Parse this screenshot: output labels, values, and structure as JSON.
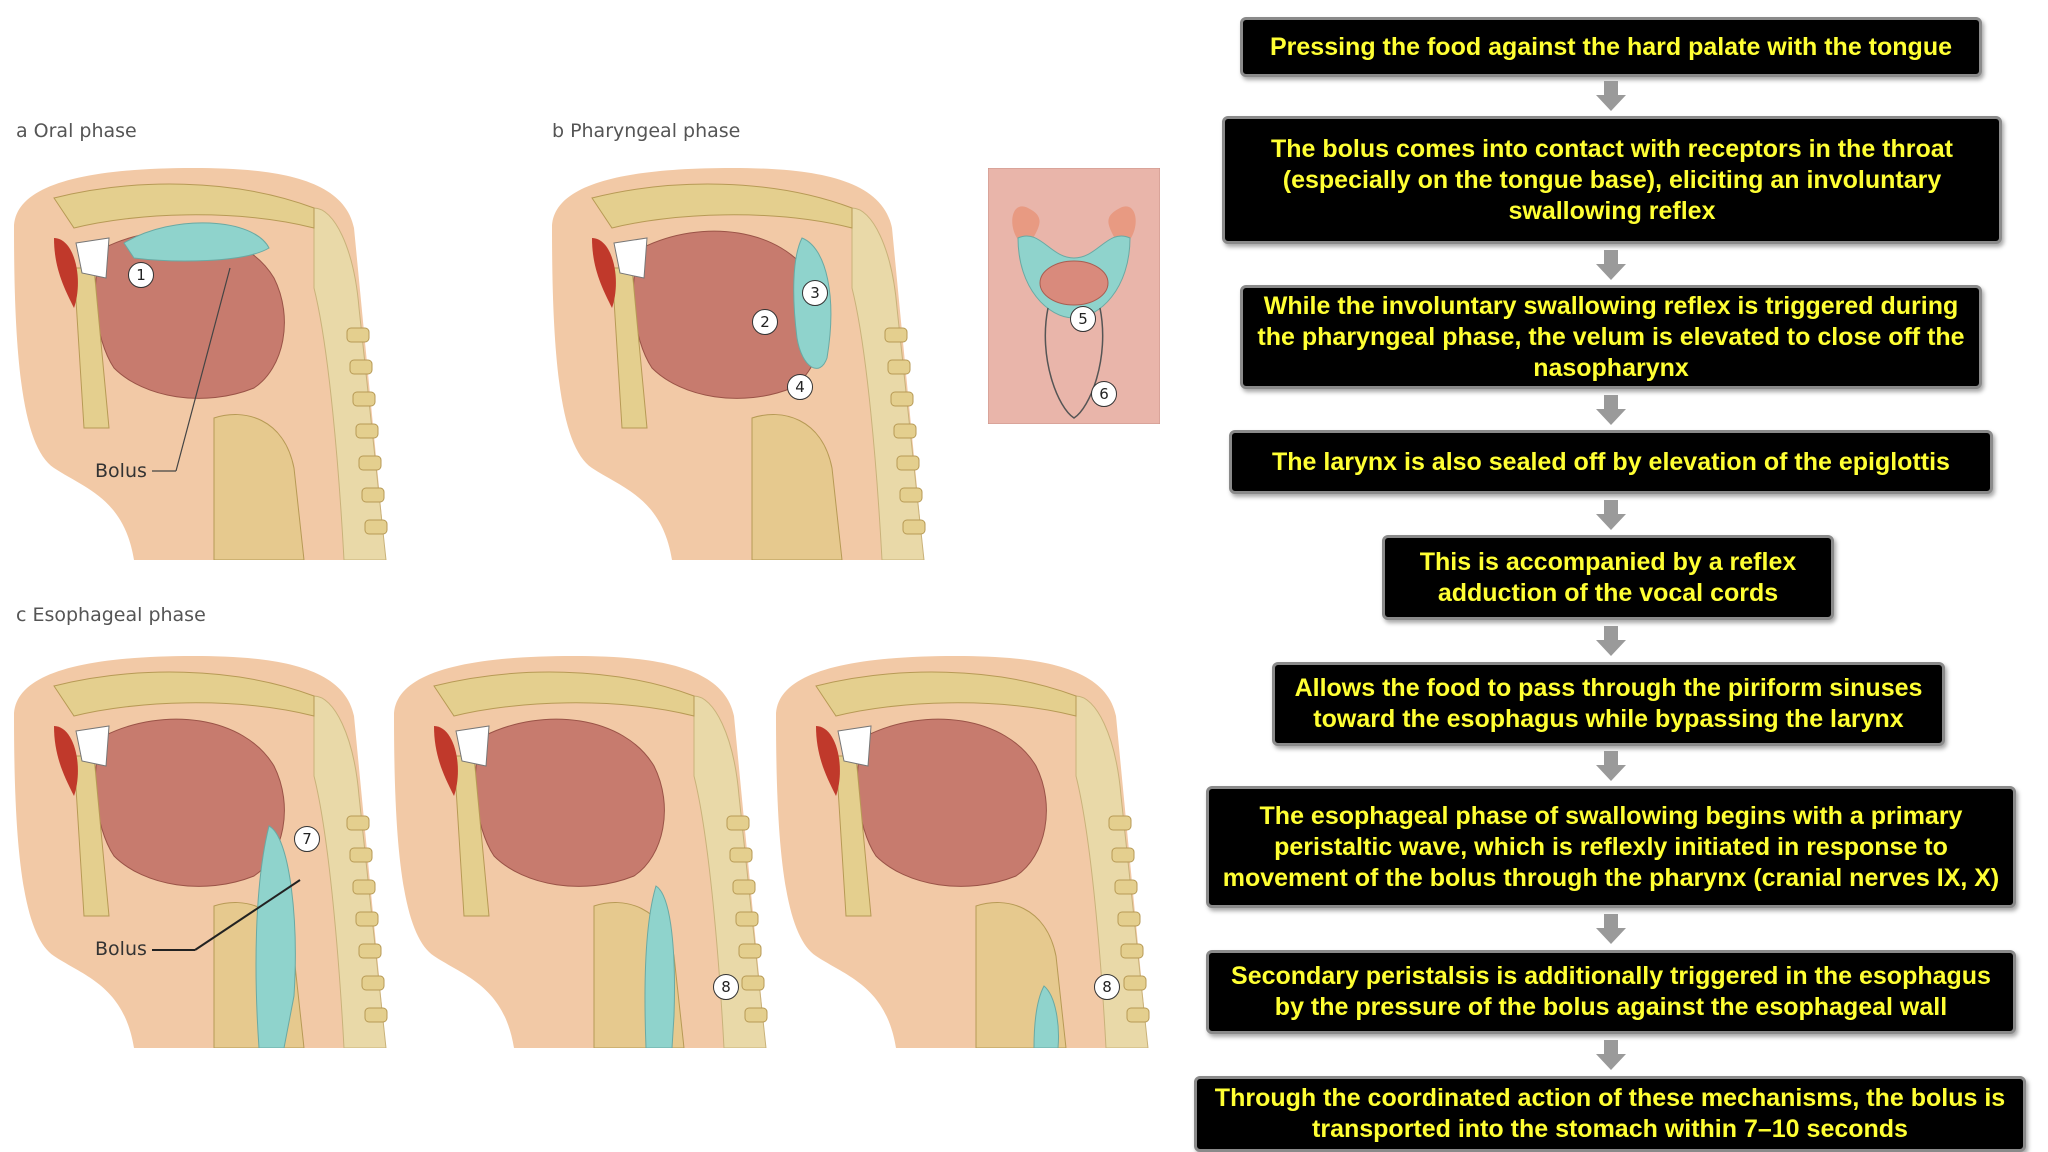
{
  "panels": {
    "oral": {
      "letter": "a",
      "title": "Oral phase"
    },
    "pharyngeal": {
      "letter": "b",
      "title": "Pharyngeal phase"
    },
    "esophageal": {
      "letter": "c",
      "title": "Esophageal phase"
    }
  },
  "labels": {
    "bolus_a": "Bolus",
    "bolus_c": "Bolus"
  },
  "markers": [
    "1",
    "2",
    "3",
    "4",
    "5",
    "6",
    "7",
    "8",
    "8"
  ],
  "flow_steps": [
    "Pressing the food against the hard palate with the tongue",
    "The bolus comes into contact with receptors in the throat (especially on the tongue base), eliciting an involuntary swallowing reflex",
    "While the involuntary swallowing reflex is triggered during the pharyngeal phase, the velum is elevated to close off the nasopharynx",
    "The larynx is also sealed off by elevation of the epiglottis",
    "This is accompanied by a reflex adduction of the vocal cords",
    "Allows the food to pass through the piriform sinuses toward the esophagus while bypassing the larynx",
    "The esophageal phase of swallowing begins with a primary peristaltic wave, which is reflexly initiated in response to movement of the bolus through the pharynx (cranial nerves IX, X)",
    "Secondary peristalsis is additionally triggered in the esophagus by the pressure of the bolus against the esophageal wall",
    "Through the coordinated action of these mechanisms, the bolus is transported into the stomach within 7–10 seconds"
  ],
  "colors": {
    "box_bg": "#000000",
    "box_text": "#ffff33",
    "arrow": "#9a9a9a",
    "bolus": "#8fd3cc",
    "muscle": "#c77b6e",
    "skin": "#f2c9a6",
    "bone": "#e9d9a8"
  }
}
